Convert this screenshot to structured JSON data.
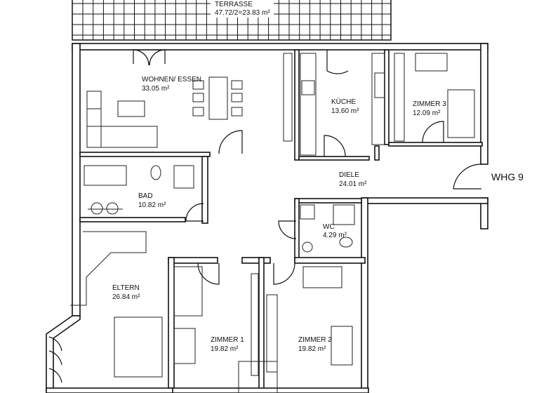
{
  "plan": {
    "unit_label": "WHG 9",
    "rooms": [
      {
        "name": "TERRASSE",
        "area": "47.72/2=23.83 m²"
      },
      {
        "name": "WOHNEN/ ESSEN",
        "area": "33.05 m²"
      },
      {
        "name": "KÜCHE",
        "area": "13.60 m²"
      },
      {
        "name": "ZIMMER 3",
        "area": "12.09 m²"
      },
      {
        "name": "DIELE",
        "area": "24.01 m²"
      },
      {
        "name": "BAD",
        "area": "10.82 m²"
      },
      {
        "name": "WC",
        "area": "4.29 m²"
      },
      {
        "name": "ELTERN",
        "area": "26.84 m²"
      },
      {
        "name": "ZIMMER 1",
        "area": "19.82 m²"
      },
      {
        "name": "ZIMMER 2",
        "area": "19.82 m²"
      }
    ],
    "colors": {
      "lines": "#111111",
      "background": "#ffffff"
    }
  }
}
